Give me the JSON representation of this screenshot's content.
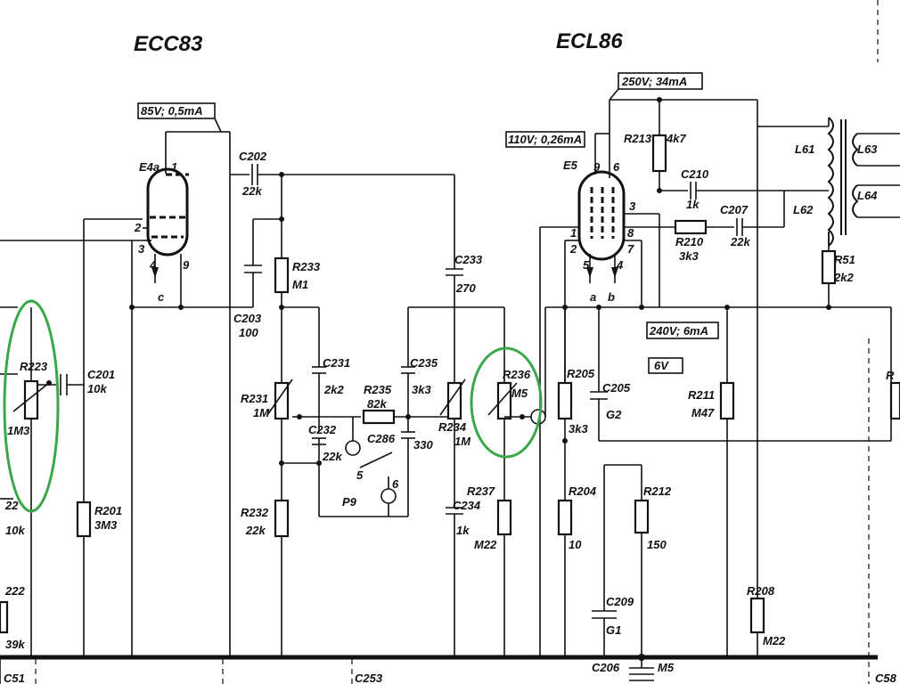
{
  "tubes": {
    "left_title": "ECC83",
    "right_title": "ECL86",
    "e4a_name": "E4a",
    "e5_name": "E5",
    "e4a_pins": {
      "p1": "1",
      "p2": "2",
      "p3": "3",
      "p4": "4",
      "p9": "9"
    },
    "e5_pins": {
      "p9": "9",
      "p6": "6",
      "p3": "3",
      "p1": "1",
      "p2": "2",
      "p8": "8",
      "p7": "7",
      "p5": "5",
      "p4": "4"
    },
    "heater_c": "c",
    "heater_a": "a",
    "heater_b": "b"
  },
  "supply_boxes": {
    "b85": "85V; 0,5mA",
    "b250": "250V; 34mA",
    "b110": "110V; 0,26mA",
    "b240": "240V; 6mA",
    "b6": "6V"
  },
  "components": {
    "c202": {
      "ref": "C202",
      "val": "22k"
    },
    "c203": {
      "ref": "C203",
      "val": "100"
    },
    "r233": {
      "ref": "R233",
      "val": "M1"
    },
    "c233": {
      "ref": "C233",
      "val": "270"
    },
    "r223": {
      "ref": "R223",
      "val": "1M3"
    },
    "c201": {
      "ref": "C201",
      "val": "10k"
    },
    "r201": {
      "ref": "R201",
      "val": "3M3"
    },
    "c231": {
      "ref": "C231",
      "val": "2k2"
    },
    "c235": {
      "ref": "C235",
      "val": "3k3"
    },
    "r235": {
      "ref": "R235",
      "val": "82k"
    },
    "r231": {
      "ref": "R231",
      "val": "1M"
    },
    "c232": {
      "ref": "C232",
      "val": "22k"
    },
    "c286": {
      "ref": "C286",
      "val": "330"
    },
    "r234": {
      "ref": "R234",
      "val": "1M"
    },
    "r236": {
      "ref": "R236",
      "val": "M5"
    },
    "r237": {
      "ref": "R237",
      "val": "M22"
    },
    "c234": {
      "ref": "C234",
      "val": "1k"
    },
    "r232": {
      "ref": "R232",
      "val": "22k"
    },
    "r213": {
      "ref": "R213",
      "val": "4k7"
    },
    "c210": {
      "ref": "C210",
      "val": "1k"
    },
    "r210": {
      "ref": "R210",
      "val": "3k3"
    },
    "c207": {
      "ref": "C207",
      "val": "22k"
    },
    "r205": {
      "ref": "R205",
      "val": "3k3"
    },
    "c205": {
      "ref": "C205",
      "val": "G2"
    },
    "r204": {
      "ref": "R204",
      "val": "10"
    },
    "r212": {
      "ref": "R212",
      "val": "150"
    },
    "r211": {
      "ref": "R211",
      "val": "M47"
    },
    "c209": {
      "ref": "C209",
      "val": "G1"
    },
    "c206": {
      "ref": "C206",
      "val": "M5"
    },
    "r208": {
      "ref": "R208",
      "val": "M22"
    },
    "r51": {
      "ref": "R51",
      "val": "2k2"
    },
    "l61": "L61",
    "l62": "L62",
    "l63": "L63",
    "l64": "L64"
  },
  "switch": {
    "ref": "P9",
    "c5": "5",
    "c6": "6"
  },
  "edge_labels": {
    "c51": "C51",
    "c253": "C253",
    "c58": "C58",
    "l_22": "22",
    "l_10k": "10k",
    "l_222": "222",
    "l_39k": "39k",
    "r_right": "R"
  },
  "highlight_color": "#3aa84a"
}
